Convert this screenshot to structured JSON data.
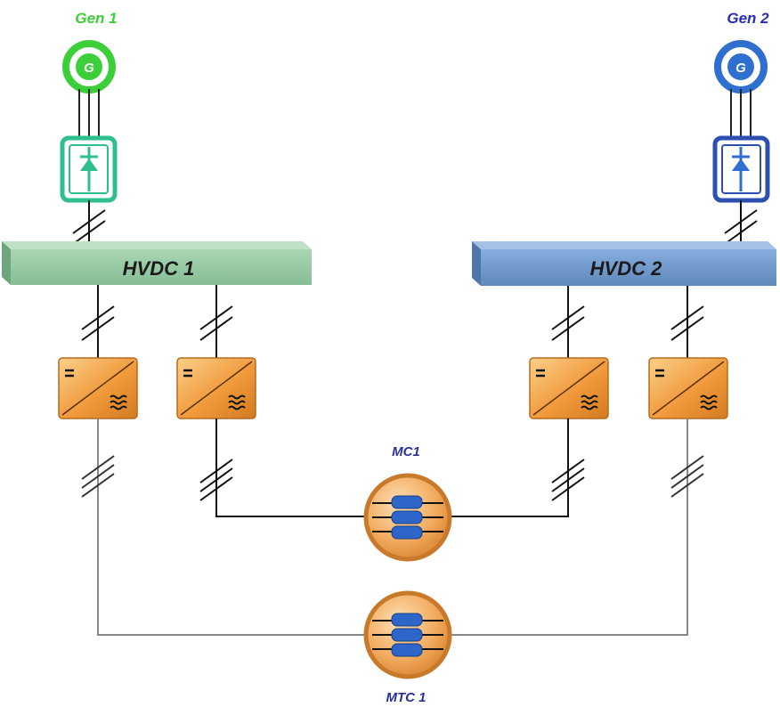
{
  "generators": [
    {
      "label": "Gen 1",
      "symbol": "G",
      "color": "#3ccf3a",
      "rectifier_color": "#2fbf8f"
    },
    {
      "label": "Gen 2",
      "symbol": "G",
      "color": "#2f6fd0",
      "rectifier_color": "#2c4fb0"
    }
  ],
  "buses": [
    {
      "label": "HVDC 1",
      "fill": "#93c9a0"
    },
    {
      "label": "HVDC 2",
      "fill": "#6f98c8"
    }
  ],
  "mtc": [
    {
      "label": "MC1"
    },
    {
      "label": "MTC 1"
    }
  ],
  "colors": {
    "converter_fill": "#f09a3c",
    "mtc_fill": "#f0a050",
    "mtc_bar": "#2d66c8",
    "line_dark": "#111111",
    "line_grey": "#888888",
    "gen2_label": "#2a2fb0"
  }
}
